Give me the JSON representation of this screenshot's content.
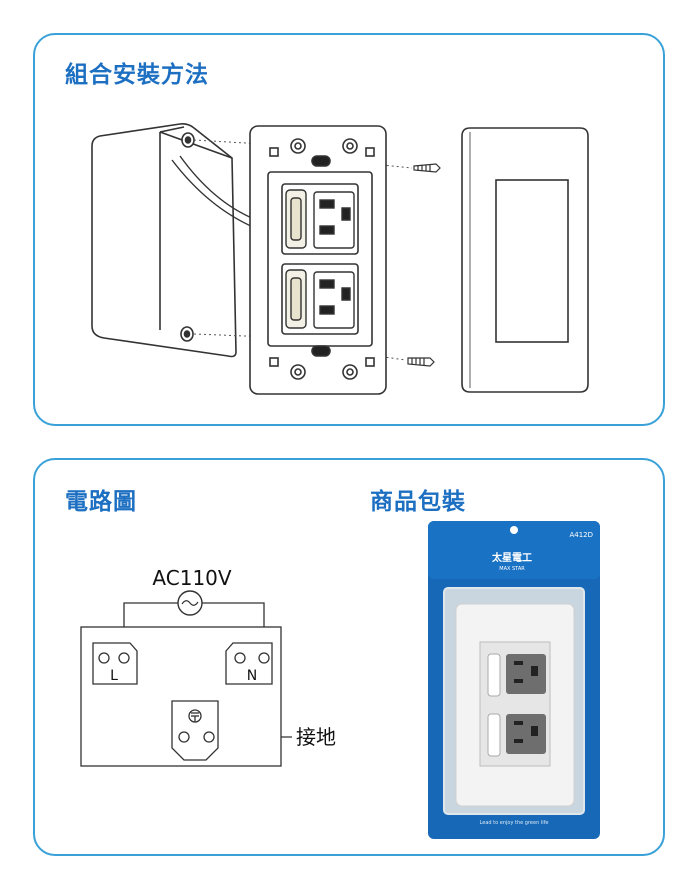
{
  "assembly": {
    "title": "組合安裝方法"
  },
  "circuit": {
    "title": "電路圖",
    "voltage_label": "AC110V",
    "line_label": "L",
    "neutral_label": "N",
    "ground_label": "接地"
  },
  "packaging": {
    "title": "商品包裝",
    "model_code": "A412D",
    "brand_cn": "太星電工",
    "brand_en": "MAX STAR",
    "slogan": "Lead to enjoy the green life"
  },
  "colors": {
    "frame_border": "#3aa1d8",
    "heading": "#1d6fc2",
    "package_blue": "#1769b8",
    "socket_gray": "#6e6e6e"
  }
}
